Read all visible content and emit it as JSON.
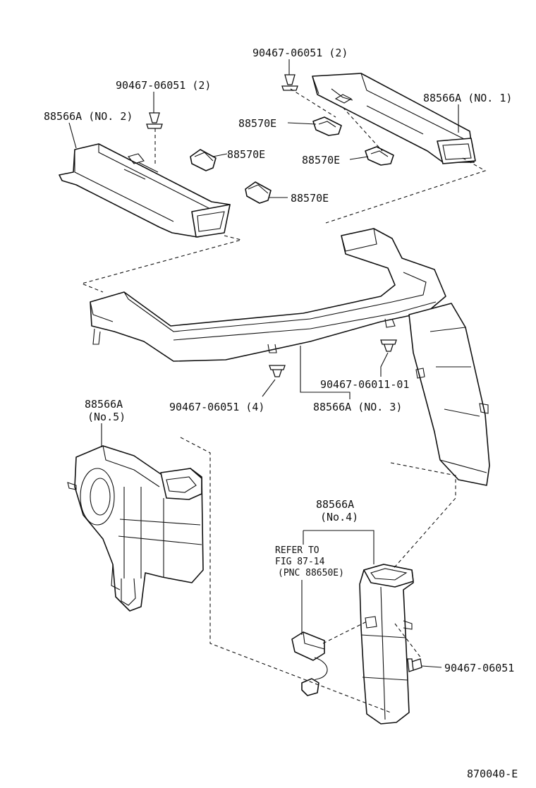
{
  "diagram": {
    "labels": {
      "clip_top": "90467-06051 (2)",
      "clip_left": "90467-06051 (2)",
      "duct_no1": "88566A (NO. 1)",
      "duct_no2": "88566A (NO. 2)",
      "grommet_a": "88570E",
      "grommet_b": "88570E",
      "grommet_c": "88570E",
      "grommet_d": "88570E",
      "clip_bottom_left": "90467-06051 (4)",
      "clip_bottom_right": "90467-06011-01",
      "duct_no3": "88566A (NO. 3)",
      "duct_no5_code": "88566A",
      "duct_no5_num": "(No.5)",
      "duct_no4_code": "88566A",
      "duct_no4_num": "(No.4)",
      "refer_line1": "REFER TO",
      "refer_line2": "FIG 87-14",
      "refer_line3": "(PNC 88650E)",
      "clip_single": "90467-06051",
      "figure_id": "870040-E"
    }
  }
}
